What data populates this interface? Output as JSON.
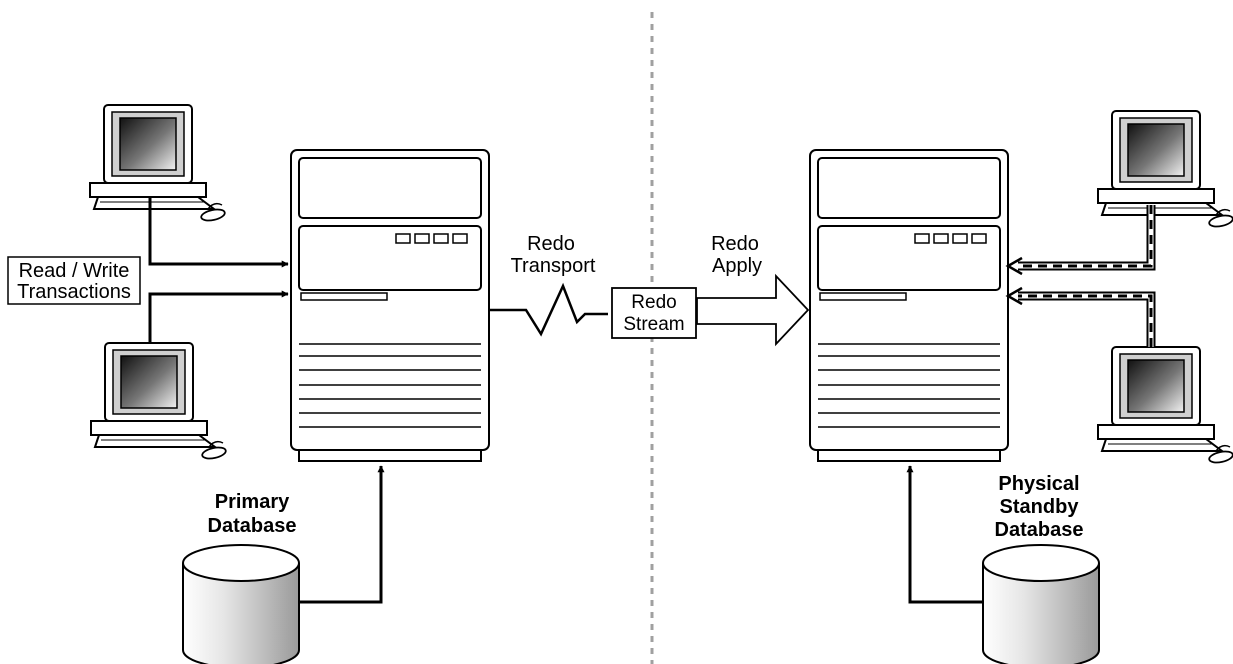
{
  "labels": {
    "read_write_line1": "Read / Write",
    "read_write_line2": "Transactions",
    "redo_transport_line1": "Redo",
    "redo_transport_line2": "Transport",
    "redo_stream_line1": "Redo",
    "redo_stream_line2": "Stream",
    "redo_apply_line1": "Redo",
    "redo_apply_line2": "Apply",
    "primary_db_line1": "Primary",
    "primary_db_line2": "Database",
    "standby_db_line1": "Physical",
    "standby_db_line2": "Standby",
    "standby_db_line3": "Database"
  },
  "colors": {
    "line": "#000000",
    "divider": "#a0a0a0",
    "screen_dark": "#111111",
    "screen_light": "#f2f2f2",
    "cylinder_light": "#ffffff",
    "cylinder_dark": "#9a9a9a"
  }
}
